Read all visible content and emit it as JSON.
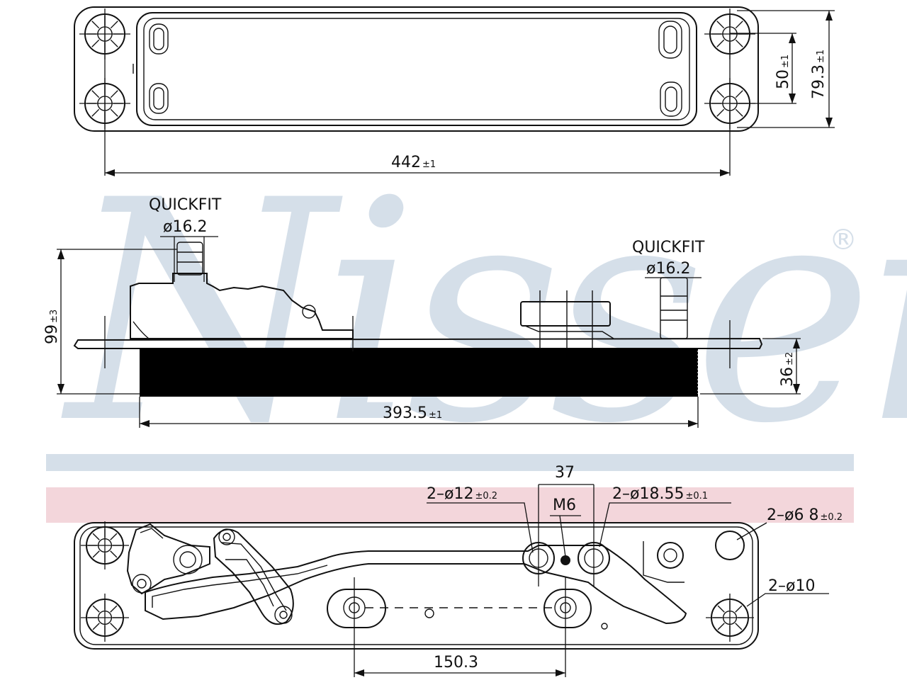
{
  "colors": {
    "watermark_blue": "#d5dfe9",
    "watermark_red": "#f3d6db",
    "line": "#111111",
    "fin_block": "#000000"
  },
  "watermark": {
    "brand": "Nissens",
    "registered": "®"
  },
  "top_view": {
    "length": {
      "value": "442",
      "tol": "±1"
    },
    "height_outer": {
      "value": "79.3",
      "tol": "±1"
    },
    "height_inner": {
      "value": "50",
      "tol": "±1"
    }
  },
  "side_view": {
    "quickfit_left": {
      "label": "QUICKFIT",
      "diameter": "ø16.2"
    },
    "quickfit_right": {
      "label": "QUICKFIT",
      "diameter": "ø16.2"
    },
    "total_height": {
      "value": "99",
      "tol": "±3"
    },
    "core_height": {
      "value": "36",
      "tol": "±2"
    },
    "core_length": {
      "value": "393.5",
      "tol": "±1"
    }
  },
  "bottom_view": {
    "port_spacing": "37",
    "thread": "M6",
    "port_small": {
      "value": "2–ø12",
      "tol": "±0.2"
    },
    "port_large": {
      "value": "2–ø18.55",
      "tol": "±0.1"
    },
    "hole_mount": {
      "value": "2–ø6 8",
      "tol": "±0.2"
    },
    "hole_corner": {
      "value": "2–ø10"
    },
    "hole_spacing": "150.3"
  }
}
